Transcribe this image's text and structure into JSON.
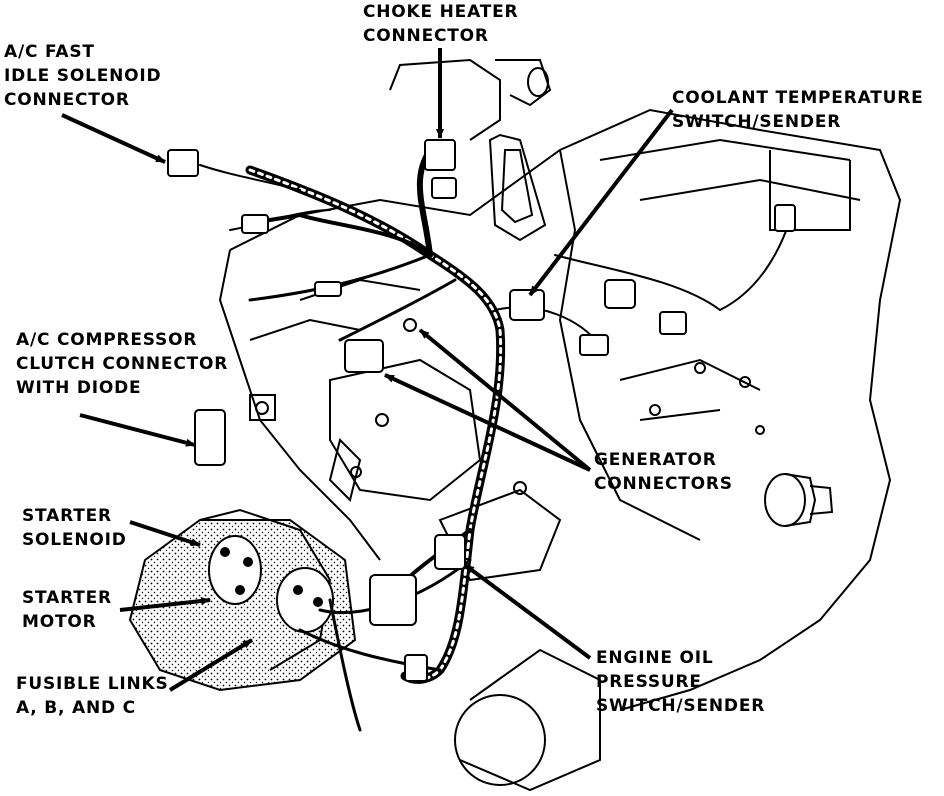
{
  "diagram": {
    "labels": {
      "choke_heater": [
        "CHOKE HEATER",
        "CONNECTOR"
      ],
      "ac_fast_idle": [
        "A/C FAST",
        "IDLE SOLENOID",
        "CONNECTOR"
      ],
      "coolant_temp": [
        "COOLANT TEMPERATURE",
        "SWITCH/SENDER"
      ],
      "ac_compressor": [
        "A/C COMPRESSOR",
        "CLUTCH CONNECTOR",
        "WITH DIODE"
      ],
      "generator": [
        "GENERATOR",
        "CONNECTORS"
      ],
      "starter_solenoid": [
        "STARTER",
        "SOLENOID"
      ],
      "starter_motor": [
        "STARTER",
        "MOTOR"
      ],
      "fusible_links": [
        "FUSIBLE LINKS",
        "A, B, AND C"
      ],
      "oil_pressure": [
        "ENGINE OIL",
        "PRESSURE",
        "SWITCH/SENDER"
      ]
    }
  }
}
